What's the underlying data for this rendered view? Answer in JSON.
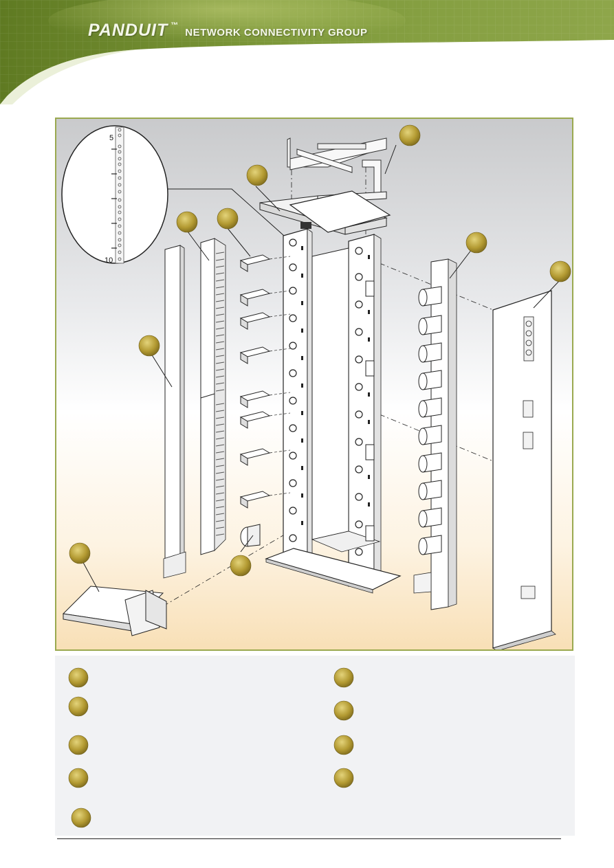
{
  "header": {
    "brand_name": "PANDUIT",
    "trademark": "™",
    "group_name": "NETWORK CONNECTIVITY GROUP"
  },
  "colors": {
    "banner_green": "#7f9a3a",
    "frame_border": "#9aa94f",
    "bullet_gold": "#b59a35",
    "legend_bg": "#f1f2f4"
  },
  "detail_inset": {
    "tick_labels": [
      "5",
      "10"
    ]
  },
  "legend": {
    "left_bullets": 5,
    "right_bullets": 4
  }
}
